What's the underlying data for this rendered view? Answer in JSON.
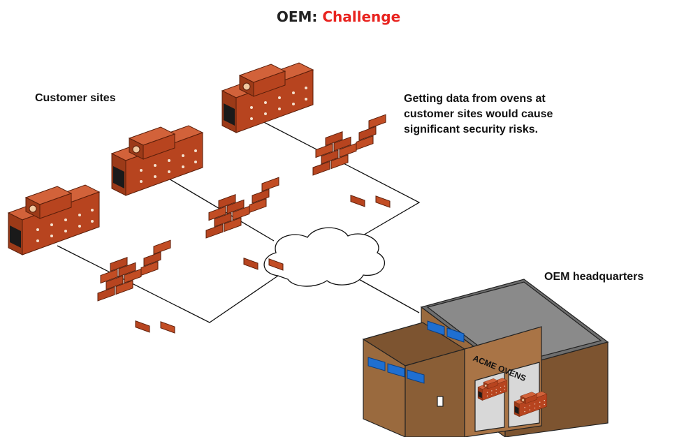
{
  "title": {
    "prefix": "OEM:",
    "highlight": "Challenge"
  },
  "labels": {
    "customer_sites": "Customer sites",
    "risk_lines": [
      "Getting data from ovens at",
      "customer sites would cause",
      "significant security risks."
    ],
    "hq": "OEM headquarters",
    "building_sign": "ACME OVENS"
  },
  "colors": {
    "accent": "#e8231f",
    "brick": "#b7441f",
    "brick_light": "#d2623a",
    "brick_dark": "#7a2a12",
    "building_front": "#9a6a3e",
    "building_side": "#7d5430",
    "roof": "#6e6e6e",
    "window": "#1f6fd1"
  }
}
